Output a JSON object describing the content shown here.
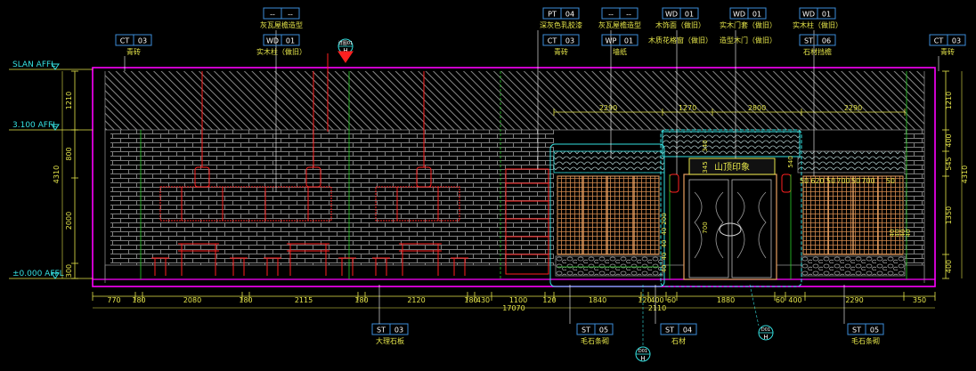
{
  "colors": {
    "background": "#000000",
    "frame": "#ff00ff",
    "dimension": "#e5e54a",
    "tag_text": "#ffffff",
    "tag_code": "#e5e54a",
    "tag_border": "#3b8dd8",
    "leader": "#ffffff",
    "brick": "#8a8a8a",
    "roof_hatch": "#8a8a8a",
    "fixture": "#ff2020",
    "door": "#e8a060",
    "outline_cyan": "#35e0e0",
    "guide_green": "#28d028"
  },
  "levels": [
    {
      "label": "SLAN AFFL"
    },
    {
      "label": "3.100 AFFL"
    },
    {
      "label": "±0.000 AFFL"
    }
  ],
  "top_tags": [
    {
      "code_a": "--",
      "code_b": "--",
      "text": "灰瓦屋檐造型"
    },
    {
      "code_a": "WD",
      "code_b": "01",
      "text": "实木柱（做旧）"
    },
    {
      "code_a": "CT",
      "code_b": "03",
      "text": "青砖"
    },
    {
      "code_a": "PT",
      "code_b": "04",
      "text": "深灰色乳胶漆"
    },
    {
      "code_a": "CT",
      "code_b": "03",
      "text": "青砖"
    },
    {
      "code_a": "--",
      "code_b": "--",
      "text": "灰瓦屋檐造型"
    },
    {
      "code_a": "WP",
      "code_b": "01",
      "text": "墙纸"
    },
    {
      "code_a": "WD",
      "code_b": "01",
      "text": "木饰面（做旧）"
    },
    {
      "code_a": "",
      "code_b": "",
      "text": "木质花格窗（做旧）"
    },
    {
      "code_a": "WD",
      "code_b": "01",
      "text": "实木门套（做旧）"
    },
    {
      "code_a": "",
      "code_b": "",
      "text": "造型木门（做旧）"
    },
    {
      "code_a": "WD",
      "code_b": "01",
      "text": "实木柱（做旧）"
    },
    {
      "code_a": "ST",
      "code_b": "06",
      "text": "石材挡檐"
    },
    {
      "code_a": "CT",
      "code_b": "03",
      "text": "青砖"
    }
  ],
  "bottom_tags": [
    {
      "code_a": "ST",
      "code_b": "03",
      "text": "大理石板"
    },
    {
      "code_a": "ST",
      "code_b": "05",
      "text": "毛石条砌"
    },
    {
      "code_a": "ST",
      "code_b": "04",
      "text": "石材"
    },
    {
      "code_a": "ST",
      "code_b": "05",
      "text": "毛石条砌"
    }
  ],
  "section_markers": [
    {
      "code": "详图01",
      "letter": "H"
    },
    {
      "code": "D01",
      "letter": "H"
    },
    {
      "code": "D01",
      "letter": "H"
    }
  ],
  "signboard": {
    "text": "山顶印象"
  },
  "dims_bottom": [
    "770",
    "180",
    "2080",
    "180",
    "2115",
    "180",
    "2120",
    "180",
    "430",
    "1100",
    "120",
    "1840",
    "120",
    "400",
    "60",
    "1880",
    "60",
    "400",
    "2290",
    "350"
  ],
  "dim_total": "17070",
  "dim_sub": "2110",
  "dims_upper": [
    "2290",
    "1270",
    "2800",
    "2290"
  ],
  "dims_right": [
    "1210",
    "400",
    "545",
    "1350",
    "400"
  ],
  "dims_right_total": "4310",
  "dims_left": [
    "1210",
    "800",
    "2000",
    "300"
  ],
  "dims_left_total": "4310",
  "dims_window": [
    "50",
    "620",
    "50",
    "700",
    "50",
    "700",
    "50"
  ],
  "dims_door_vertical": [
    "200",
    "40",
    "40",
    "40",
    "40"
  ],
  "dims_window_vertical": [
    "40",
    "40",
    "40",
    "40"
  ],
  "dim_340": "340",
  "dim_345": "345",
  "dim_540": "540",
  "dim_700": "700"
}
